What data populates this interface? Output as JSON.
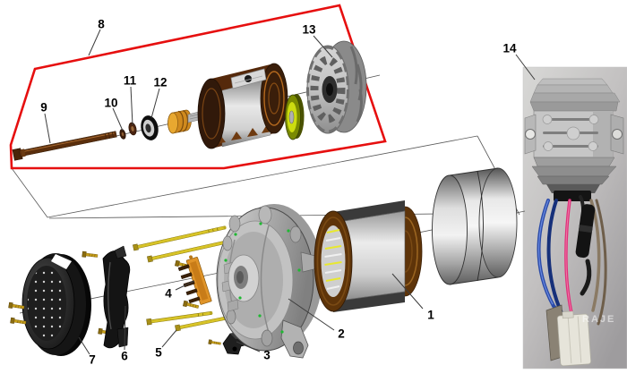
{
  "labels": [
    "1",
    "2",
    "3",
    "4",
    "5",
    "6",
    "7",
    "8",
    "9",
    "10",
    "11",
    "12",
    "13",
    "14"
  ],
  "photo": {
    "watermark": "RAJE"
  },
  "colors": {
    "highlight_box": "#e60f0f",
    "label_text": "#000000",
    "leader_line": "#3c3c3c",
    "copper_winding": "#5e3409",
    "bolt_gold": "#d8c428",
    "brush_holder_orange": "#e09428",
    "housing_gray": "#b8b8b8",
    "marker_green": "#1fb832",
    "pulley_ring_green": "#ccdc10",
    "wire_blue": "#2b4ba8",
    "wire_pink": "#e0307a",
    "wire_tan": "#8a7a64",
    "photo_background": "#c2c0c0",
    "background": "#ffffff"
  }
}
